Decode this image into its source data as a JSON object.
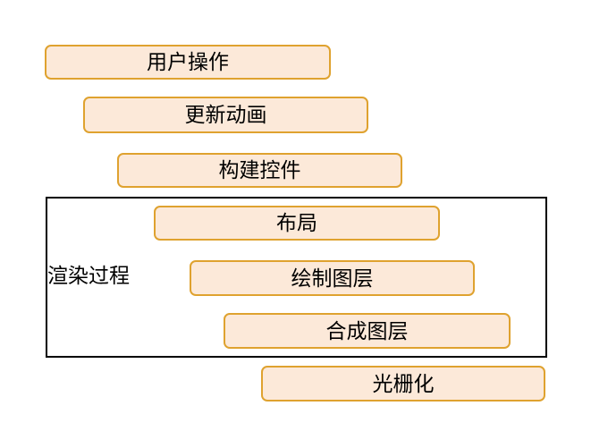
{
  "diagram": {
    "steps": [
      {
        "label": "用户操作"
      },
      {
        "label": "更新动画"
      },
      {
        "label": "构建控件"
      },
      {
        "label": "布局"
      },
      {
        "label": "绘制图层"
      },
      {
        "label": "合成图层"
      },
      {
        "label": "光栅化"
      }
    ],
    "group": {
      "label": "渲染过程",
      "contains": [
        "布局",
        "绘制图层",
        "合成图层"
      ]
    },
    "colors": {
      "box_fill": "#FCE9D9",
      "box_border": "#DFA22F",
      "group_border": "#000000",
      "text": "#000000",
      "background": "#FFFFFF"
    }
  }
}
